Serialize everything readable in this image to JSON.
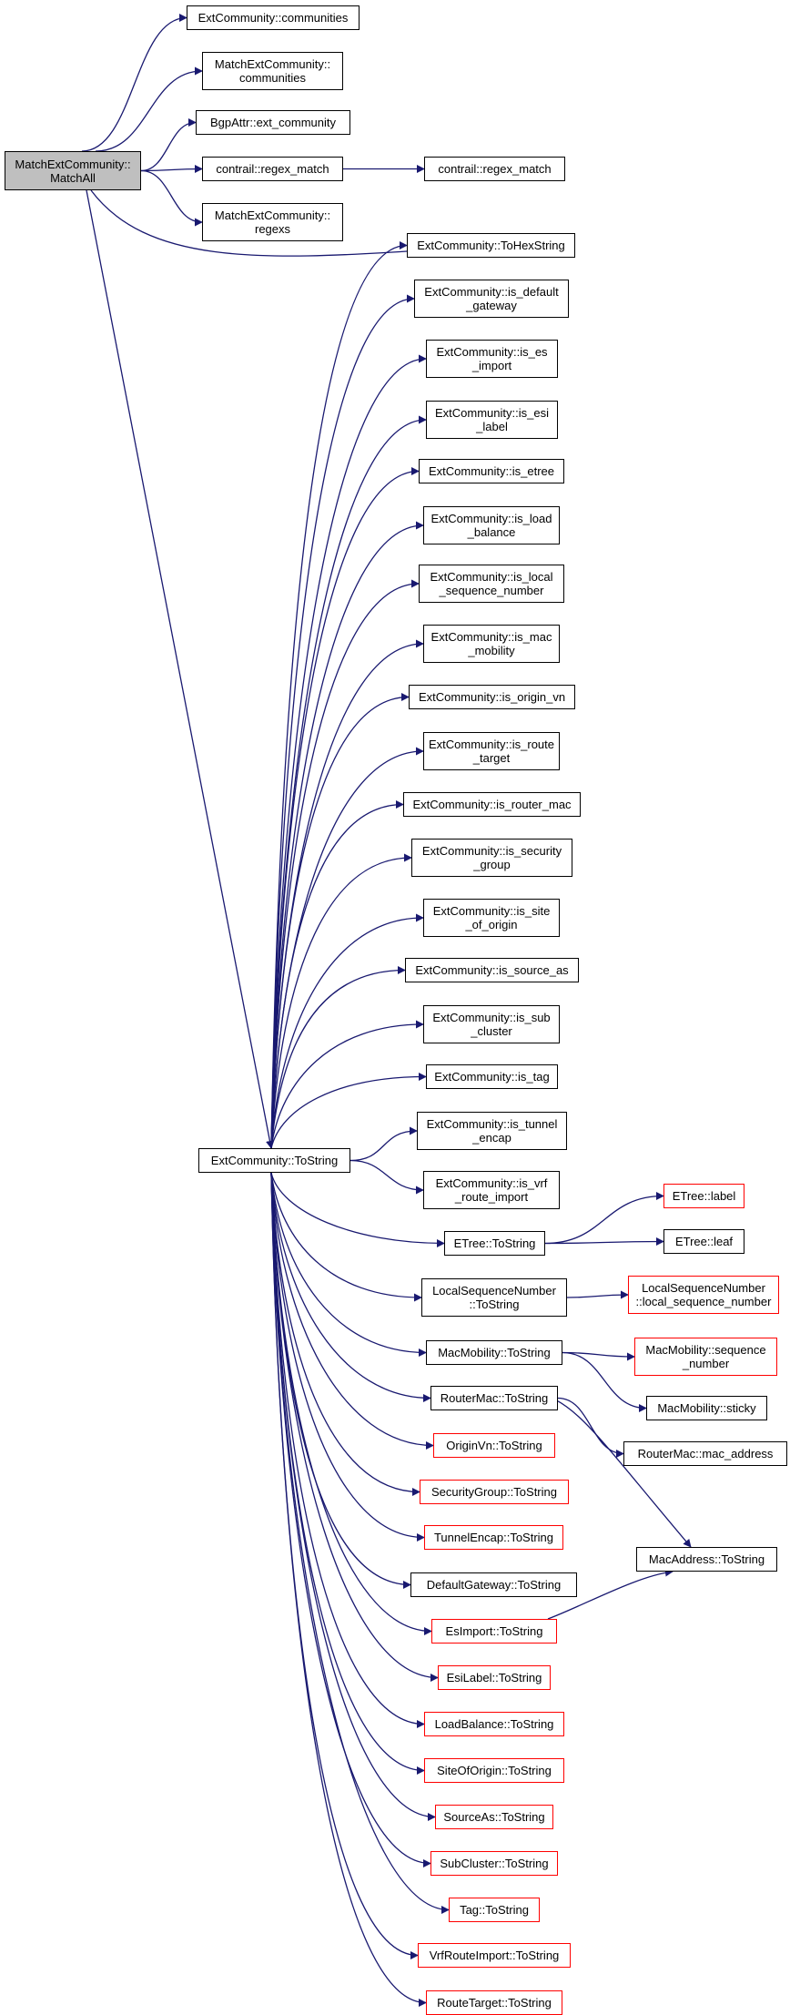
{
  "colors": {
    "edge": "#191970",
    "border_default": "#000000",
    "border_incomplete": "#ff0000",
    "root_fill": "#bfbfbf"
  },
  "nodes": [
    {
      "id": "root",
      "lines": [
        "MatchExtCommunity::",
        "MatchAll"
      ],
      "border": "black",
      "root": true
    },
    {
      "id": "n_communities",
      "lines": [
        "ExtCommunity::communities"
      ],
      "border": "black"
    },
    {
      "id": "n_mec_communities",
      "lines": [
        "MatchExtCommunity::",
        "communities"
      ],
      "border": "black"
    },
    {
      "id": "n_ext_community",
      "lines": [
        "BgpAttr::ext_community"
      ],
      "border": "black"
    },
    {
      "id": "n_regex_match1",
      "lines": [
        "contrail::regex_match"
      ],
      "border": "black"
    },
    {
      "id": "n_regex_match2",
      "lines": [
        "contrail::regex_match"
      ],
      "border": "black"
    },
    {
      "id": "n_regexs",
      "lines": [
        "MatchExtCommunity::",
        "regexs"
      ],
      "border": "black"
    },
    {
      "id": "n_tohex",
      "lines": [
        "ExtCommunity::ToHexString"
      ],
      "border": "black"
    },
    {
      "id": "n_is_default_gateway",
      "lines": [
        "ExtCommunity::is_default",
        "_gateway"
      ],
      "border": "black"
    },
    {
      "id": "n_is_es_import",
      "lines": [
        "ExtCommunity::is_es",
        "_import"
      ],
      "border": "black"
    },
    {
      "id": "n_is_esi_label",
      "lines": [
        "ExtCommunity::is_esi",
        "_label"
      ],
      "border": "black"
    },
    {
      "id": "n_is_etree",
      "lines": [
        "ExtCommunity::is_etree"
      ],
      "border": "black"
    },
    {
      "id": "n_is_load_balance",
      "lines": [
        "ExtCommunity::is_load",
        "_balance"
      ],
      "border": "black"
    },
    {
      "id": "n_is_local_seq",
      "lines": [
        "ExtCommunity::is_local",
        "_sequence_number"
      ],
      "border": "black"
    },
    {
      "id": "n_is_mac_mobility",
      "lines": [
        "ExtCommunity::is_mac",
        "_mobility"
      ],
      "border": "black"
    },
    {
      "id": "n_is_origin_vn",
      "lines": [
        "ExtCommunity::is_origin_vn"
      ],
      "border": "black"
    },
    {
      "id": "n_is_route_target",
      "lines": [
        "ExtCommunity::is_route",
        "_target"
      ],
      "border": "black"
    },
    {
      "id": "n_is_router_mac",
      "lines": [
        "ExtCommunity::is_router_mac"
      ],
      "border": "black"
    },
    {
      "id": "n_is_security_group",
      "lines": [
        "ExtCommunity::is_security",
        "_group"
      ],
      "border": "black"
    },
    {
      "id": "n_is_site_of_origin",
      "lines": [
        "ExtCommunity::is_site",
        "_of_origin"
      ],
      "border": "black"
    },
    {
      "id": "n_is_source_as",
      "lines": [
        "ExtCommunity::is_source_as"
      ],
      "border": "black"
    },
    {
      "id": "n_is_sub_cluster",
      "lines": [
        "ExtCommunity::is_sub",
        "_cluster"
      ],
      "border": "black"
    },
    {
      "id": "n_is_tag",
      "lines": [
        "ExtCommunity::is_tag"
      ],
      "border": "black"
    },
    {
      "id": "n_is_tunnel_encap",
      "lines": [
        "ExtCommunity::is_tunnel",
        "_encap"
      ],
      "border": "black"
    },
    {
      "id": "n_is_vrf_route_import",
      "lines": [
        "ExtCommunity::is_vrf",
        "_route_import"
      ],
      "border": "black"
    },
    {
      "id": "n_tostring",
      "lines": [
        "ExtCommunity::ToString"
      ],
      "border": "black"
    },
    {
      "id": "n_etree_label",
      "lines": [
        "ETree::label"
      ],
      "border": "red"
    },
    {
      "id": "n_etree_tostring",
      "lines": [
        "ETree::ToString"
      ],
      "border": "black"
    },
    {
      "id": "n_etree_leaf",
      "lines": [
        "ETree::leaf"
      ],
      "border": "black"
    },
    {
      "id": "n_lsn_tostring",
      "lines": [
        "LocalSequenceNumber",
        "::ToString"
      ],
      "border": "black"
    },
    {
      "id": "n_lsn_lsn",
      "lines": [
        "LocalSequenceNumber",
        "::local_sequence_number"
      ],
      "border": "red"
    },
    {
      "id": "n_mm_tostring",
      "lines": [
        "MacMobility::ToString"
      ],
      "border": "black"
    },
    {
      "id": "n_mm_seq",
      "lines": [
        "MacMobility::sequence",
        "_number"
      ],
      "border": "red"
    },
    {
      "id": "n_mm_sticky",
      "lines": [
        "MacMobility::sticky"
      ],
      "border": "black"
    },
    {
      "id": "n_rm_tostring",
      "lines": [
        "RouterMac::ToString"
      ],
      "border": "black"
    },
    {
      "id": "n_rm_macaddr",
      "lines": [
        "RouterMac::mac_address"
      ],
      "border": "black"
    },
    {
      "id": "n_originvn",
      "lines": [
        "OriginVn::ToString"
      ],
      "border": "red"
    },
    {
      "id": "n_secgroup",
      "lines": [
        "SecurityGroup::ToString"
      ],
      "border": "red"
    },
    {
      "id": "n_tunnelencap",
      "lines": [
        "TunnelEncap::ToString"
      ],
      "border": "red"
    },
    {
      "id": "n_macaddr_tostring",
      "lines": [
        "MacAddress::ToString"
      ],
      "border": "black"
    },
    {
      "id": "n_defaultgw",
      "lines": [
        "DefaultGateway::ToString"
      ],
      "border": "black"
    },
    {
      "id": "n_esimport",
      "lines": [
        "EsImport::ToString"
      ],
      "border": "red"
    },
    {
      "id": "n_esilabel",
      "lines": [
        "EsiLabel::ToString"
      ],
      "border": "red"
    },
    {
      "id": "n_loadbalance",
      "lines": [
        "LoadBalance::ToString"
      ],
      "border": "red"
    },
    {
      "id": "n_siteoforigin",
      "lines": [
        "SiteOfOrigin::ToString"
      ],
      "border": "red"
    },
    {
      "id": "n_sourceas",
      "lines": [
        "SourceAs::ToString"
      ],
      "border": "red"
    },
    {
      "id": "n_subcluster",
      "lines": [
        "SubCluster::ToString"
      ],
      "border": "red"
    },
    {
      "id": "n_tag",
      "lines": [
        "Tag::ToString"
      ],
      "border": "red"
    },
    {
      "id": "n_vrfrouteimport",
      "lines": [
        "VrfRouteImport::ToString"
      ],
      "border": "red"
    },
    {
      "id": "n_routetarget",
      "lines": [
        "RouteTarget::ToString"
      ],
      "border": "red"
    }
  ],
  "edges": [
    [
      "root",
      "n_communities"
    ],
    [
      "root",
      "n_mec_communities"
    ],
    [
      "root",
      "n_ext_community"
    ],
    [
      "root",
      "n_regex_match1"
    ],
    [
      "root",
      "n_regexs"
    ],
    [
      "root",
      "n_tohex"
    ],
    [
      "root",
      "n_tostring"
    ],
    [
      "n_regex_match1",
      "n_regex_match2"
    ],
    [
      "n_tostring",
      "n_tohex"
    ],
    [
      "n_tostring",
      "n_is_default_gateway"
    ],
    [
      "n_tostring",
      "n_is_es_import"
    ],
    [
      "n_tostring",
      "n_is_esi_label"
    ],
    [
      "n_tostring",
      "n_is_etree"
    ],
    [
      "n_tostring",
      "n_is_load_balance"
    ],
    [
      "n_tostring",
      "n_is_local_seq"
    ],
    [
      "n_tostring",
      "n_is_mac_mobility"
    ],
    [
      "n_tostring",
      "n_is_origin_vn"
    ],
    [
      "n_tostring",
      "n_is_route_target"
    ],
    [
      "n_tostring",
      "n_is_router_mac"
    ],
    [
      "n_tostring",
      "n_is_security_group"
    ],
    [
      "n_tostring",
      "n_is_site_of_origin"
    ],
    [
      "n_tostring",
      "n_is_source_as"
    ],
    [
      "n_tostring",
      "n_is_sub_cluster"
    ],
    [
      "n_tostring",
      "n_is_tag"
    ],
    [
      "n_tostring",
      "n_is_tunnel_encap"
    ],
    [
      "n_tostring",
      "n_is_vrf_route_import"
    ],
    [
      "n_tostring",
      "n_etree_tostring"
    ],
    [
      "n_tostring",
      "n_lsn_tostring"
    ],
    [
      "n_tostring",
      "n_mm_tostring"
    ],
    [
      "n_tostring",
      "n_rm_tostring"
    ],
    [
      "n_tostring",
      "n_originvn"
    ],
    [
      "n_tostring",
      "n_secgroup"
    ],
    [
      "n_tostring",
      "n_tunnelencap"
    ],
    [
      "n_tostring",
      "n_defaultgw"
    ],
    [
      "n_tostring",
      "n_esimport"
    ],
    [
      "n_tostring",
      "n_esilabel"
    ],
    [
      "n_tostring",
      "n_loadbalance"
    ],
    [
      "n_tostring",
      "n_siteoforigin"
    ],
    [
      "n_tostring",
      "n_sourceas"
    ],
    [
      "n_tostring",
      "n_subcluster"
    ],
    [
      "n_tostring",
      "n_tag"
    ],
    [
      "n_tostring",
      "n_vrfrouteimport"
    ],
    [
      "n_tostring",
      "n_routetarget"
    ],
    [
      "n_etree_tostring",
      "n_etree_label"
    ],
    [
      "n_etree_tostring",
      "n_etree_leaf"
    ],
    [
      "n_lsn_tostring",
      "n_lsn_lsn"
    ],
    [
      "n_mm_tostring",
      "n_mm_seq"
    ],
    [
      "n_mm_tostring",
      "n_mm_sticky"
    ],
    [
      "n_rm_tostring",
      "n_rm_macaddr"
    ],
    [
      "n_rm_tostring",
      "n_macaddr_tostring"
    ],
    [
      "n_esimport",
      "n_macaddr_tostring"
    ]
  ]
}
